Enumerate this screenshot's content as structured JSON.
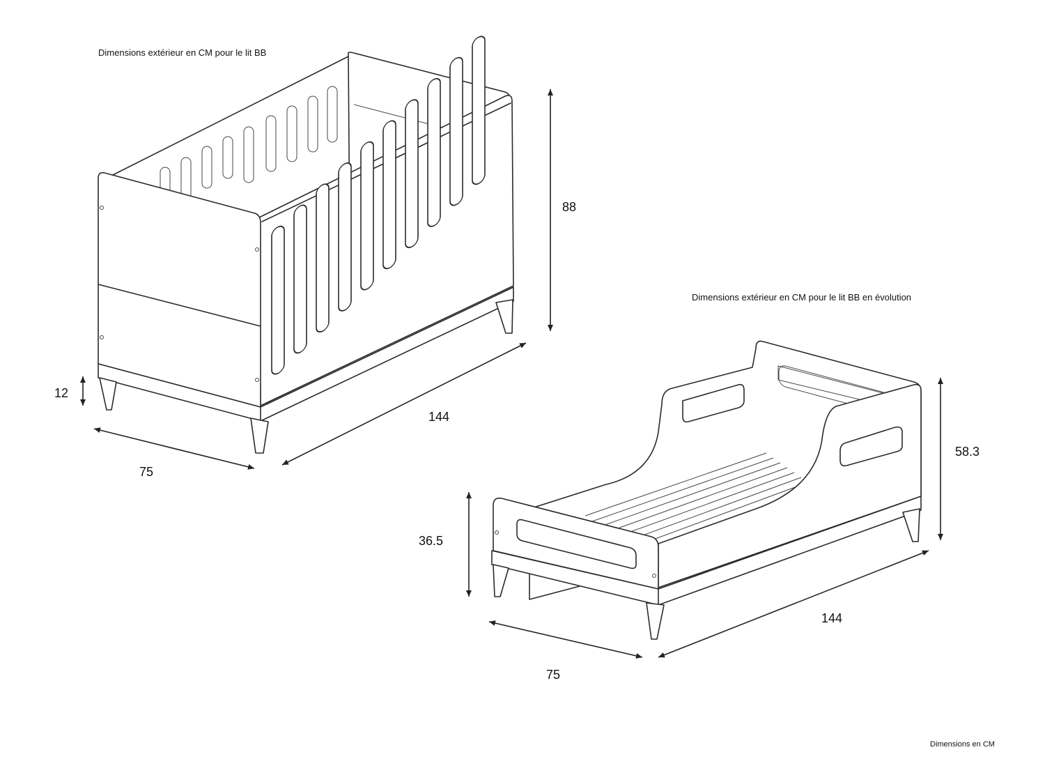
{
  "crib": {
    "title": "Dimensions extérieur en CM pour le lit BB",
    "height": "88",
    "leg_height": "12",
    "width": "75",
    "length": "144"
  },
  "toddler_bed": {
    "title": "Dimensions extérieur en CM pour le lit BB en évolution",
    "height": "58.3",
    "foot_height": "36.5",
    "width": "75",
    "length": "144"
  },
  "footer": {
    "note": "Dimensions en CM"
  }
}
